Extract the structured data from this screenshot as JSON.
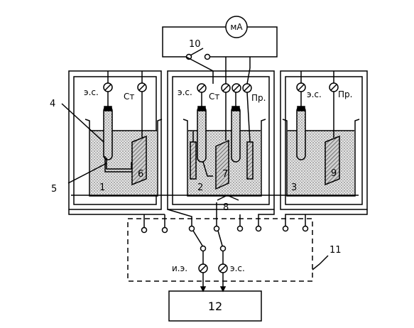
{
  "meter": {
    "label": "мА"
  },
  "labels": {
    "n1": "1",
    "n2": "2",
    "n3": "3",
    "n4": "4",
    "n5": "5",
    "n6": "6",
    "n7": "7",
    "n8": "8",
    "n9": "9",
    "n10": "10",
    "n11": "11",
    "es1": "э.с.",
    "st1": "Ст",
    "es2": "э.с.",
    "st2": "Ст",
    "pr2": "Пр.",
    "es3": "э.с.",
    "pr3": "Пр.",
    "ie": "и.э.",
    "es_out": "э.с."
  },
  "device": {
    "label": "12"
  },
  "colors": {
    "line": "#000000",
    "liquid": "#d9d9d9"
  }
}
